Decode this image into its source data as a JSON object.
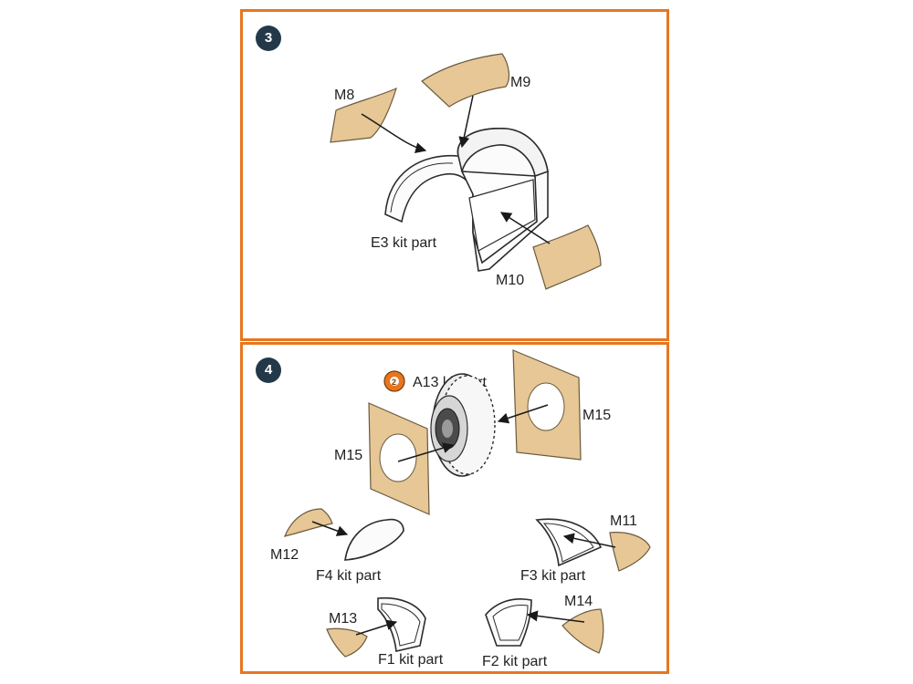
{
  "steps": [
    {
      "number": "3",
      "labels": {
        "m8": "M8",
        "m9": "M9",
        "m10": "M10",
        "e3": "E3 kit part"
      }
    },
    {
      "number": "4",
      "labels": {
        "a13": "A13 kit part",
        "m15_right": "M15",
        "m15_left": "M15",
        "m12": "M12",
        "f4": "F4 kit part",
        "m11": "M11",
        "f3": "F3 kit part",
        "m13": "M13",
        "f1": "F1 kit part",
        "m14": "M14",
        "f2": "F2 kit part"
      }
    }
  ],
  "colors": {
    "frame": "#e8761f",
    "badge": "#23394a",
    "mask": "#e6c795",
    "icon_orange": "#e8761f"
  }
}
